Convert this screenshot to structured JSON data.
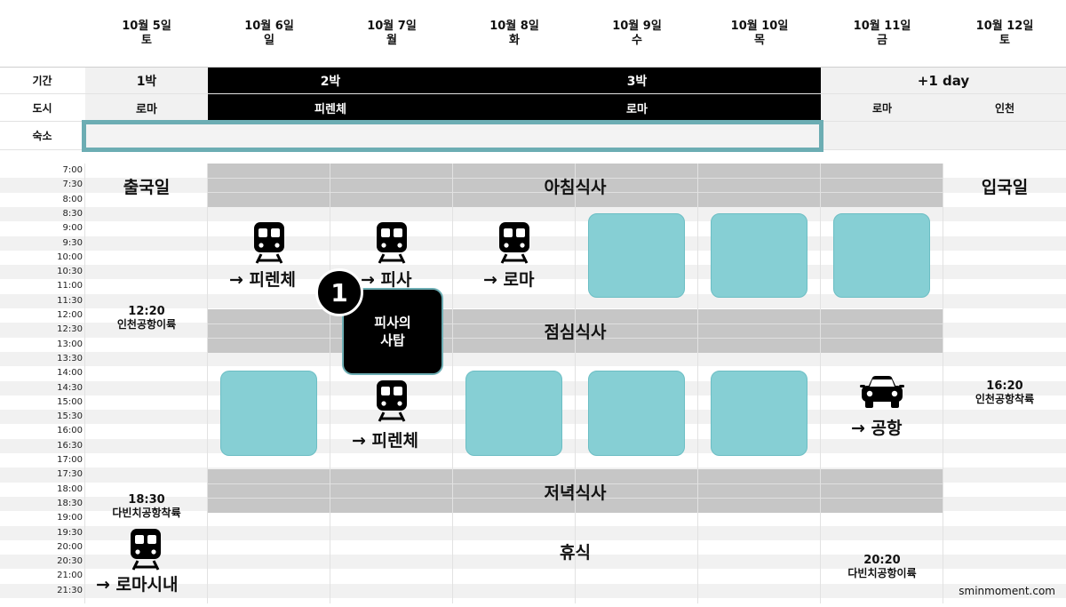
{
  "days": [
    {
      "date": "10월 5일",
      "weekday": "토"
    },
    {
      "date": "10월 6일",
      "weekday": "일"
    },
    {
      "date": "10월 7일",
      "weekday": "월"
    },
    {
      "date": "10월 8일",
      "weekday": "화"
    },
    {
      "date": "10월 9일",
      "weekday": "수"
    },
    {
      "date": "10월 10일",
      "weekday": "목"
    },
    {
      "date": "10월 11일",
      "weekday": "금"
    },
    {
      "date": "10월 12일",
      "weekday": "토"
    }
  ],
  "rows": {
    "period_label": "기간",
    "city_label": "도시",
    "stay_label": "숙소"
  },
  "period": {
    "rome1": "1박",
    "florence": "2박",
    "rome3": "3박",
    "extra": "+1 day"
  },
  "city": {
    "rome1": "로마",
    "florence": "피렌체",
    "rome3": "로마",
    "rome_last": "로마",
    "incheon": "인천"
  },
  "times": [
    "7:00",
    "7:30",
    "8:00",
    "8:30",
    "9:00",
    "9:30",
    "10:00",
    "10:30",
    "11:00",
    "11:30",
    "12:00",
    "12:30",
    "13:00",
    "13:30",
    "14:00",
    "14:30",
    "15:00",
    "15:30",
    "16:00",
    "16:30",
    "17:00",
    "17:30",
    "18:00",
    "18:30",
    "19:00",
    "19:30",
    "20:00",
    "20:30",
    "21:00",
    "21:30"
  ],
  "meals": {
    "breakfast": "아침식사",
    "lunch": "점심식사",
    "dinner": "저녁식사",
    "rest": "휴식"
  },
  "departure": {
    "title": "출국일",
    "depart_time": "12:20",
    "depart_text": "인천공항이륙",
    "arrive_time": "18:30",
    "arrive_text": "다빈치공항착륙",
    "route": "→ 로마시내"
  },
  "arrival": {
    "title": "입국일",
    "land_time": "16:20",
    "land_text": "인천공항착륙"
  },
  "transfers": {
    "to_florence": "→ 피렌체",
    "to_pisa": "→ 피사",
    "to_rome": "→ 로마",
    "back_florence": "→ 피렌체",
    "to_airport": "→ 공항"
  },
  "highlight": {
    "number": "1",
    "text_line1": "피사의",
    "text_line2": "사탑"
  },
  "rome_depart": {
    "time": "20:20",
    "text": "다빈치공항이륙"
  },
  "watermark": "sminmoment.com",
  "colors": {
    "teal": "#86cfd4",
    "teal_border": "#6cadb3",
    "meal_grey": "#c6c6c6",
    "black": "#000000"
  },
  "icons": {
    "train": "train-icon",
    "car": "car-icon"
  }
}
